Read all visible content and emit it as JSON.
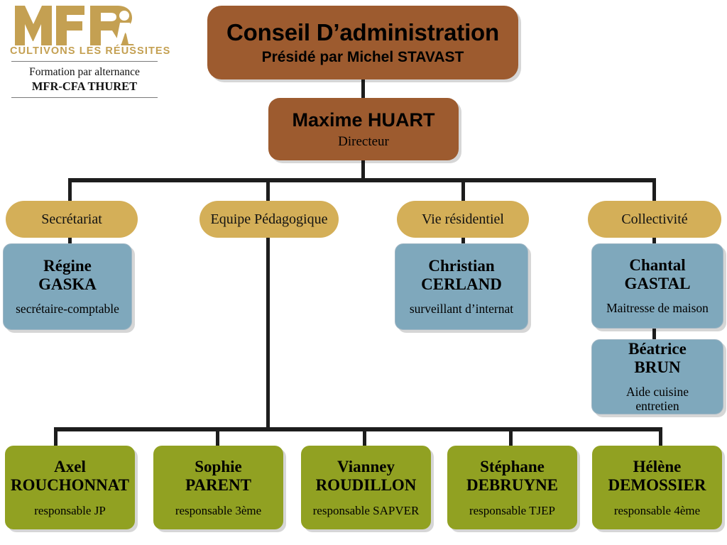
{
  "logo": {
    "mark_text": "MFR",
    "tagline": "CULTIVONS LES RÉUSSITES",
    "line1": "Formation par alternance",
    "line2": "MFR-CFA THURET"
  },
  "colors": {
    "brown": "#9d5b2f",
    "gold": "#d4af58",
    "blue": "#7fa8bc",
    "green": "#91a122",
    "connector": "#1d1d1d",
    "logo_gold": "#c4a052",
    "background": "#ffffff"
  },
  "org": {
    "board": {
      "title": "Conseil D’administration",
      "subtitle": "Présidé par Michel STAVAST"
    },
    "director": {
      "name": "Maxime HUART",
      "role": "Directeur"
    },
    "departments": [
      {
        "label": "Secrétariat"
      },
      {
        "label": "Equipe Pédagogique"
      },
      {
        "label": "Vie résidentiel"
      },
      {
        "label": "Collectivité"
      }
    ],
    "staff": [
      {
        "name_line1": "Régine",
        "name_line2": "GASKA",
        "role_line1": "secrétaire-comptable",
        "role_line2": ""
      },
      {
        "name_line1": "Christian",
        "name_line2": "CERLAND",
        "role_line1": "surveillant d’internat",
        "role_line2": ""
      },
      {
        "name_line1": "Chantal",
        "name_line2": "GASTAL",
        "role_line1": "Maitresse de maison",
        "role_line2": ""
      },
      {
        "name_line1": "Béatrice",
        "name_line2": "BRUN",
        "role_line1": "Aide cuisine",
        "role_line2": "entretien"
      }
    ],
    "teachers": [
      {
        "name_line1": "Axel",
        "name_line2": "ROUCHONNAT",
        "role": "responsable JP"
      },
      {
        "name_line1": "Sophie",
        "name_line2": "PARENT",
        "role": "responsable 3ème"
      },
      {
        "name_line1": "Vianney",
        "name_line2": "ROUDILLON",
        "role": "responsable SAPVER"
      },
      {
        "name_line1": "Stéphane",
        "name_line2": "DEBRUYNE",
        "role": "responsable TJEP"
      },
      {
        "name_line1": "Hélène",
        "name_line2": "DEMOSSIER",
        "role": "responsable 4ème"
      }
    ]
  }
}
